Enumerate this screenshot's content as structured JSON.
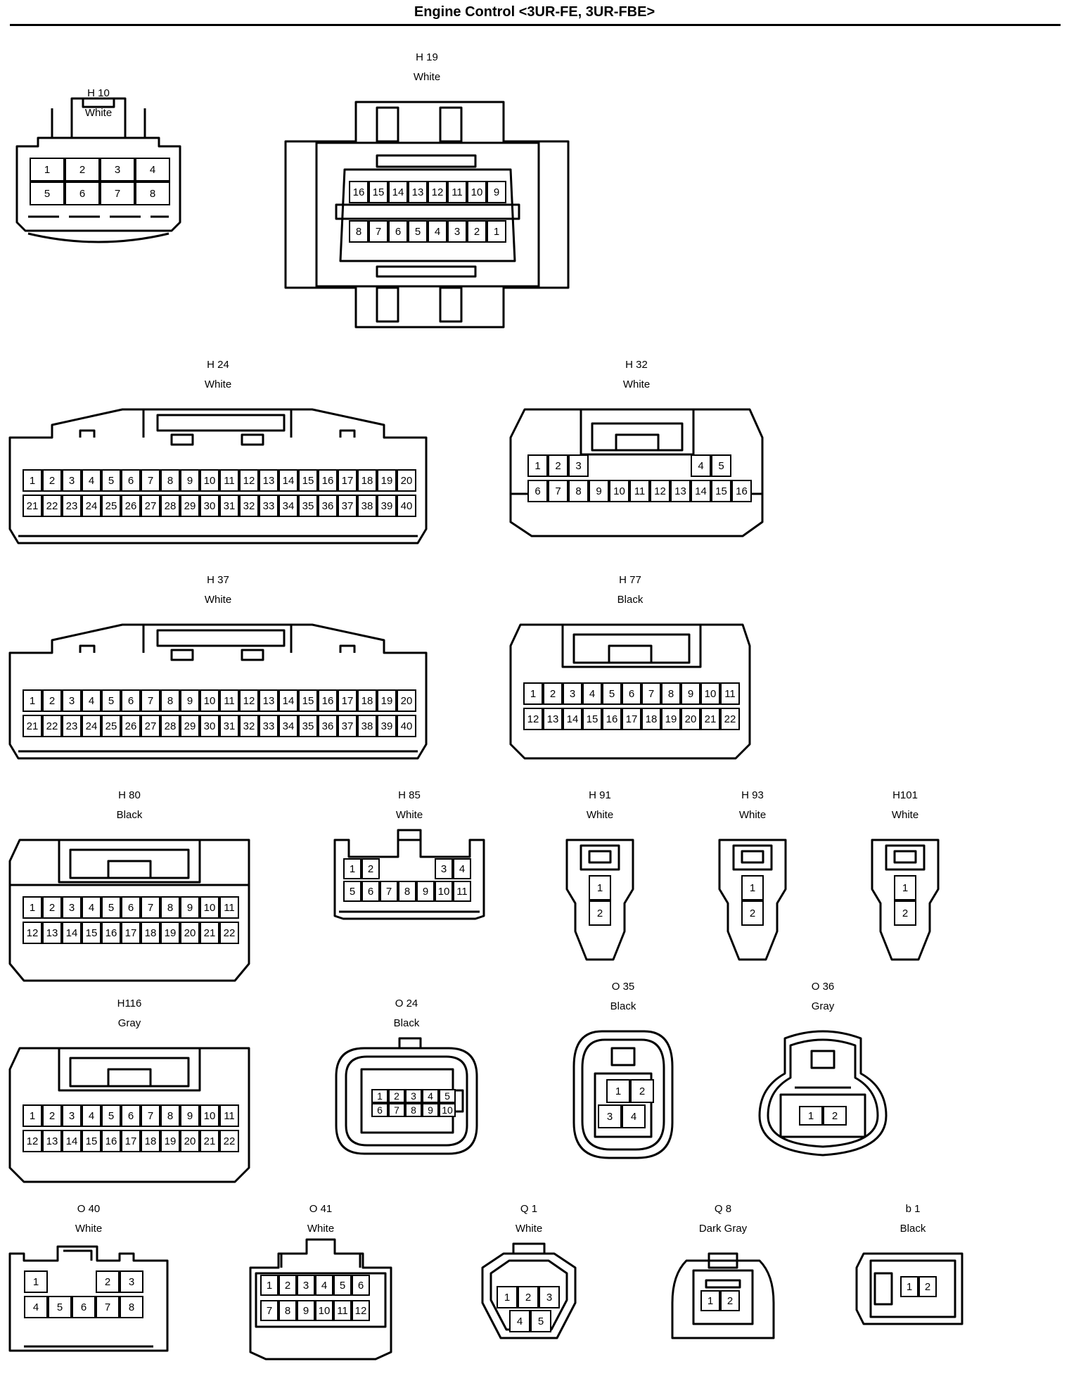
{
  "page": {
    "title": "Engine Control <3UR-FE, 3UR-FBE>"
  },
  "connectors": [
    {
      "id": "H 10",
      "color": "White",
      "pins": [
        [
          "1",
          "2",
          "3",
          "4"
        ],
        [
          "5",
          "6",
          "7",
          "8"
        ]
      ]
    },
    {
      "id": "H 19",
      "color": "White",
      "pins": [
        [
          "16",
          "15",
          "14",
          "13",
          "12",
          "11",
          "10",
          "9"
        ],
        [
          "8",
          "7",
          "6",
          "5",
          "4",
          "3",
          "2",
          "1"
        ]
      ]
    },
    {
      "id": "H 24",
      "color": "White",
      "pins": [
        [
          "1",
          "2",
          "3",
          "4",
          "5",
          "6",
          "7",
          "8",
          "9",
          "10",
          "11",
          "12",
          "13",
          "14",
          "15",
          "16",
          "17",
          "18",
          "19",
          "20"
        ],
        [
          "21",
          "22",
          "23",
          "24",
          "25",
          "26",
          "27",
          "28",
          "29",
          "30",
          "31",
          "32",
          "33",
          "34",
          "35",
          "36",
          "37",
          "38",
          "39",
          "40"
        ]
      ]
    },
    {
      "id": "H 32",
      "color": "White",
      "pins": [
        [
          "1",
          "2",
          "3",
          "",
          "",
          "",
          "",
          "",
          "4",
          "5"
        ],
        [
          "6",
          "7",
          "8",
          "9",
          "10",
          "11",
          "12",
          "13",
          "14",
          "15",
          "16"
        ]
      ]
    },
    {
      "id": "H 37",
      "color": "White",
      "pins": [
        [
          "1",
          "2",
          "3",
          "4",
          "5",
          "6",
          "7",
          "8",
          "9",
          "10",
          "11",
          "12",
          "13",
          "14",
          "15",
          "16",
          "17",
          "18",
          "19",
          "20"
        ],
        [
          "21",
          "22",
          "23",
          "24",
          "25",
          "26",
          "27",
          "28",
          "29",
          "30",
          "31",
          "32",
          "33",
          "34",
          "35",
          "36",
          "37",
          "38",
          "39",
          "40"
        ]
      ]
    },
    {
      "id": "H 77",
      "color": "Black",
      "pins": [
        [
          "1",
          "2",
          "3",
          "4",
          "5",
          "6",
          "7",
          "8",
          "9",
          "10",
          "11"
        ],
        [
          "12",
          "13",
          "14",
          "15",
          "16",
          "17",
          "18",
          "19",
          "20",
          "21",
          "22"
        ]
      ]
    },
    {
      "id": "H 80",
      "color": "Black",
      "pins": [
        [
          "1",
          "2",
          "3",
          "4",
          "5",
          "6",
          "7",
          "8",
          "9",
          "10",
          "11"
        ],
        [
          "12",
          "13",
          "14",
          "15",
          "16",
          "17",
          "18",
          "19",
          "20",
          "21",
          "22"
        ]
      ]
    },
    {
      "id": "H 85",
      "color": "White",
      "pins": [
        [
          "1",
          "2",
          "",
          "",
          "",
          "3",
          "4"
        ],
        [
          "5",
          "6",
          "7",
          "8",
          "9",
          "10",
          "11"
        ]
      ]
    },
    {
      "id": "H 91",
      "color": "White",
      "pins": [
        [
          "1"
        ],
        [
          "2"
        ]
      ]
    },
    {
      "id": "H 93",
      "color": "White",
      "pins": [
        [
          "1"
        ],
        [
          "2"
        ]
      ]
    },
    {
      "id": "H101",
      "color": "White",
      "pins": [
        [
          "1"
        ],
        [
          "2"
        ]
      ]
    },
    {
      "id": "H116",
      "color": "Gray",
      "pins": [
        [
          "1",
          "2",
          "3",
          "4",
          "5",
          "6",
          "7",
          "8",
          "9",
          "10",
          "11"
        ],
        [
          "12",
          "13",
          "14",
          "15",
          "16",
          "17",
          "18",
          "19",
          "20",
          "21",
          "22"
        ]
      ]
    },
    {
      "id": "O 24",
      "color": "Black",
      "pins": [
        [
          "1",
          "2",
          "3",
          "4",
          "5"
        ],
        [
          "6",
          "7",
          "8",
          "9",
          "10"
        ]
      ]
    },
    {
      "id": "O 35",
      "color": "Black",
      "pins": [
        [
          "1",
          "2"
        ],
        [
          "3",
          "4"
        ]
      ]
    },
    {
      "id": "O 36",
      "color": "Gray",
      "pins": [
        [
          "1",
          "2"
        ]
      ]
    },
    {
      "id": "O 40",
      "color": "White",
      "pins": [
        [
          "1",
          "",
          "",
          "2",
          "3"
        ],
        [
          "4",
          "5",
          "6",
          "7",
          "8"
        ]
      ]
    },
    {
      "id": "O 41",
      "color": "White",
      "pins": [
        [
          "1",
          "2",
          "3",
          "4",
          "5",
          "6"
        ],
        [
          "7",
          "8",
          "9",
          "10",
          "11",
          "12"
        ]
      ]
    },
    {
      "id": "Q 1",
      "color": "White",
      "pins": [
        [
          "1",
          "2",
          "3"
        ],
        [
          "4",
          "5"
        ]
      ]
    },
    {
      "id": "Q 8",
      "color": "Dark Gray",
      "pins": [
        [
          "1",
          "2"
        ]
      ]
    },
    {
      "id": "b 1",
      "color": "Black",
      "pins": [
        [
          "1",
          "2"
        ]
      ]
    }
  ]
}
